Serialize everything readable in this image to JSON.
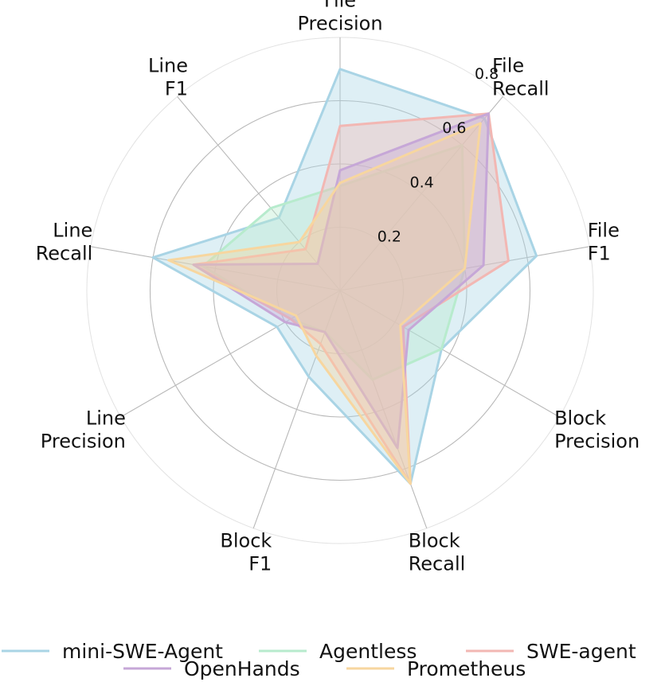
{
  "chart_data": {
    "type": "radar",
    "axes": [
      "File\nPrecision",
      "File\nRecall",
      "File\nF1",
      "Block\nPrecision",
      "Block\nRecall",
      "Block\nF1",
      "Line\nPrecision",
      "Line\nRecall",
      "Line\nF1"
    ],
    "rlim": [
      0,
      0.8
    ],
    "ticks": [
      0.2,
      0.4,
      0.6,
      0.8
    ],
    "tick_labels": [
      "0.2",
      "0.4",
      "0.6",
      "0.8"
    ],
    "grid": true,
    "legend_position": "bottom",
    "series": [
      {
        "name": "mini-SWE-Agent",
        "color": "#a9d4e5",
        "values": [
          0.7,
          0.71,
          0.63,
          0.37,
          0.65,
          0.29,
          0.23,
          0.6,
          0.3
        ]
      },
      {
        "name": "Agentless",
        "color": "#b7ebcd",
        "values": [
          0.33,
          0.6,
          0.4,
          0.37,
          0.3,
          0.14,
          0.18,
          0.44,
          0.34
        ]
      },
      {
        "name": "SWE-agent",
        "color": "#f2b7b3",
        "values": [
          0.52,
          0.73,
          0.54,
          0.23,
          0.65,
          0.18,
          0.18,
          0.47,
          0.17
        ]
      },
      {
        "name": "OpenHands",
        "color": "#c6a7d7",
        "values": [
          0.38,
          0.73,
          0.46,
          0.25,
          0.53,
          0.14,
          0.2,
          0.47,
          0.11
        ]
      },
      {
        "name": "Prometheus",
        "color": "#f7d69f",
        "values": [
          0.34,
          0.69,
          0.4,
          0.22,
          0.65,
          0.22,
          0.16,
          0.55,
          0.2
        ]
      }
    ]
  }
}
